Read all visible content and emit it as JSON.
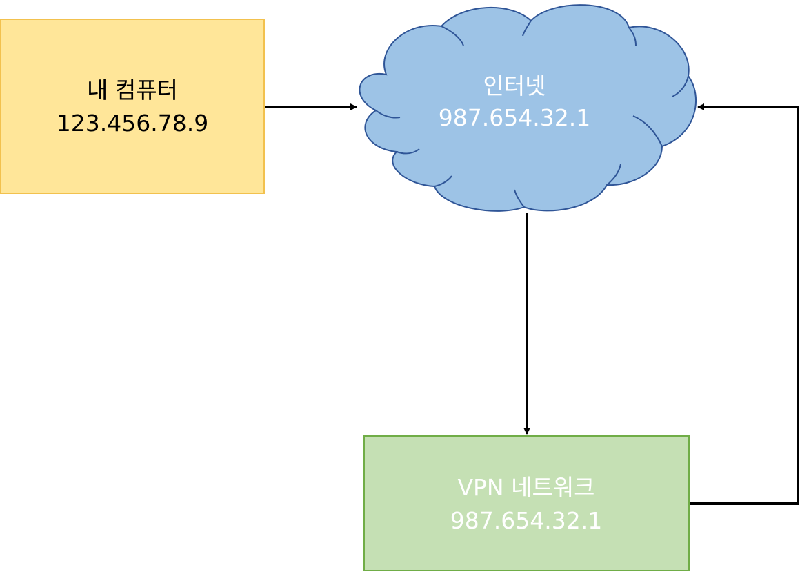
{
  "nodes": {
    "my_computer": {
      "title": "내 컴퓨터",
      "ip": "123.456.78.9",
      "fill": "#ffe699",
      "stroke": "#f2c14e",
      "text_color": "#000000"
    },
    "internet": {
      "title": "인터넷",
      "ip": "987.654.32.1",
      "fill": "#9dc3e6",
      "stroke": "#2f5597",
      "text_color": "#ffffff"
    },
    "vpn_network": {
      "title": "VPN 네트워크",
      "ip": "987.654.32.1",
      "fill": "#c5e0b4",
      "stroke": "#70ad47",
      "text_color": "#ffffff"
    }
  },
  "edges": [
    {
      "from": "my_computer",
      "to": "internet"
    },
    {
      "from": "internet",
      "to": "vpn_network"
    },
    {
      "from": "vpn_network",
      "to": "internet"
    }
  ],
  "connector_color": "#000000"
}
